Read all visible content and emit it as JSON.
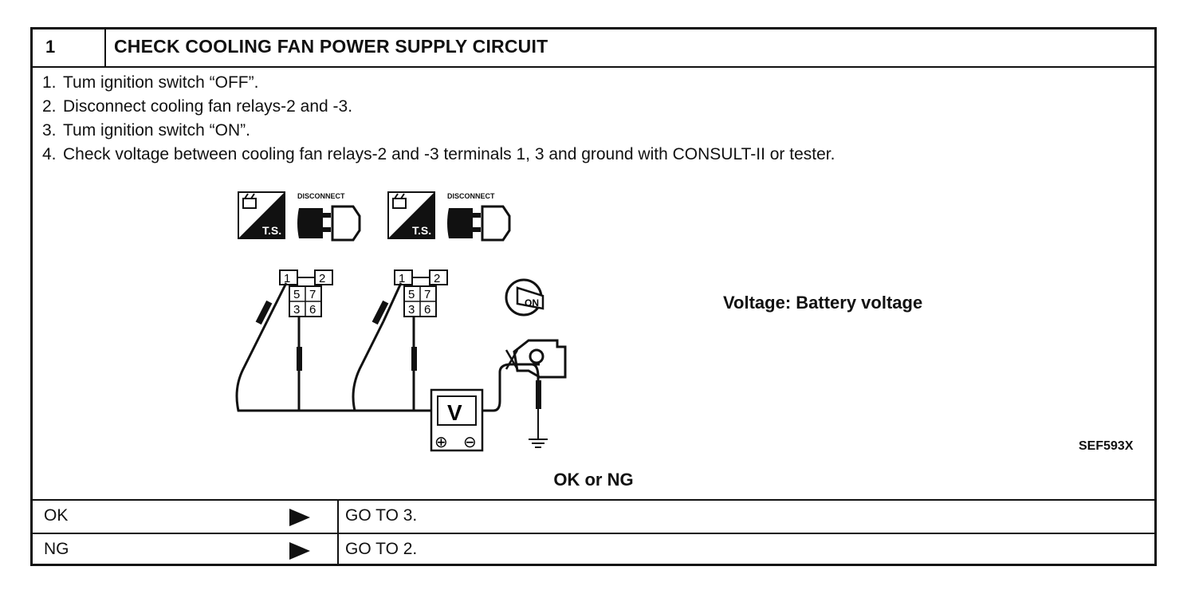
{
  "header": {
    "step_number": "1",
    "title": "CHECK COOLING FAN POWER SUPPLY CIRCUIT"
  },
  "procedure": [
    {
      "num": "1.",
      "text": "Tum ignition switch “OFF”."
    },
    {
      "num": "2.",
      "text": "Disconnect cooling fan relays-2 and -3."
    },
    {
      "num": "3.",
      "text": "Tum ignition switch “ON”."
    },
    {
      "num": "4.",
      "text": "Check voltage between cooling fan relays-2 and -3 terminals 1, 3 and ground with CONSULT-II or tester."
    }
  ],
  "diagram": {
    "ts_label": "T.S.",
    "disconnect_label": "DISCONNECT",
    "ignition_label": "ON",
    "meter_label": "V",
    "plus_symbol": "⊕",
    "minus_symbol": "⊖",
    "relay_terminals": [
      "1",
      "2",
      "5",
      "7",
      "3",
      "6"
    ],
    "spec": "Voltage: Battery voltage",
    "figure_code": "SEF593X"
  },
  "result": {
    "heading": "OK or NG",
    "rows": [
      {
        "condition": "OK",
        "action": "GO TO 3."
      },
      {
        "condition": "NG",
        "action": "GO TO 2."
      }
    ]
  }
}
